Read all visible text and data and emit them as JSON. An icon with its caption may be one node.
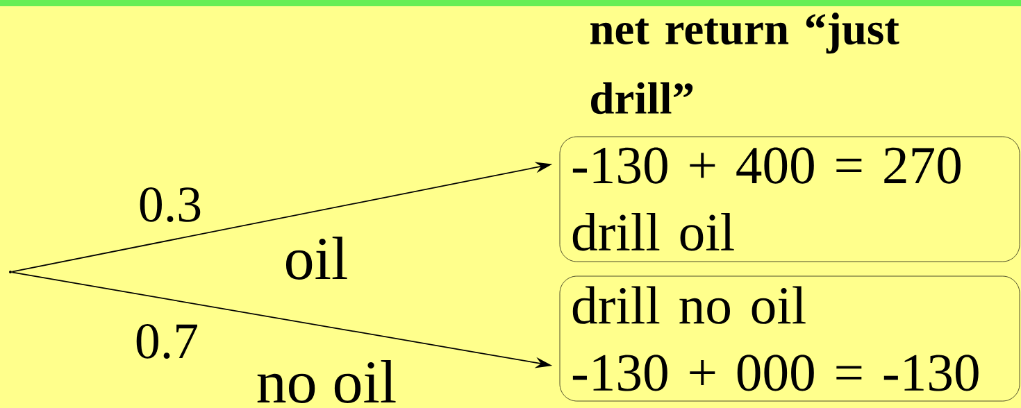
{
  "diagram": {
    "title": "net return “just drill”",
    "nodes": [
      {
        "text": [],
        "shape": "point"
      },
      {
        "text": [
          "-130 + 400 = 270",
          "drill oil"
        ]
      },
      {
        "text": [
          "drill no oil",
          "-130 + 000 = -130"
        ]
      }
    ],
    "edges": [
      {
        "from": 0,
        "to": 1,
        "arrow": "to",
        "label": "0.3"
      },
      {
        "from": 0,
        "to": 2,
        "arrow": "to",
        "label": "0.7"
      }
    ],
    "labels": [
      "oil",
      "no oil"
    ]
  }
}
